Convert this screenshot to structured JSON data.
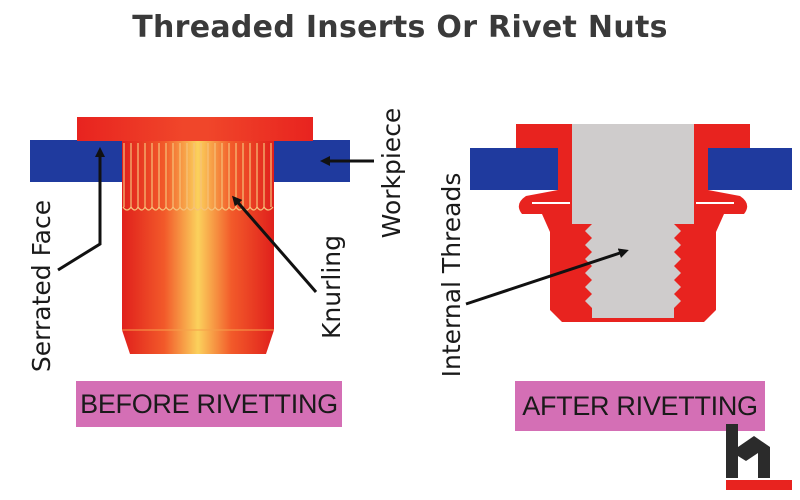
{
  "title": "Threaded Inserts Or Rivet Nuts",
  "labels": {
    "serrated_face": "Serrated Face",
    "knurling": "Knurling",
    "workpiece": "Workpiece",
    "internal_threads": "Internal Threads"
  },
  "captions": {
    "before": "BEFORE RIVETTING",
    "after": "AFTER RIVETTING"
  },
  "colors": {
    "workpiece": "#1f3a9e",
    "insert_red": "#e8231f",
    "thread_grey": "#cfcccc",
    "caption_bg": "#d46fb5",
    "logo_dark": "#2b2b2b"
  }
}
